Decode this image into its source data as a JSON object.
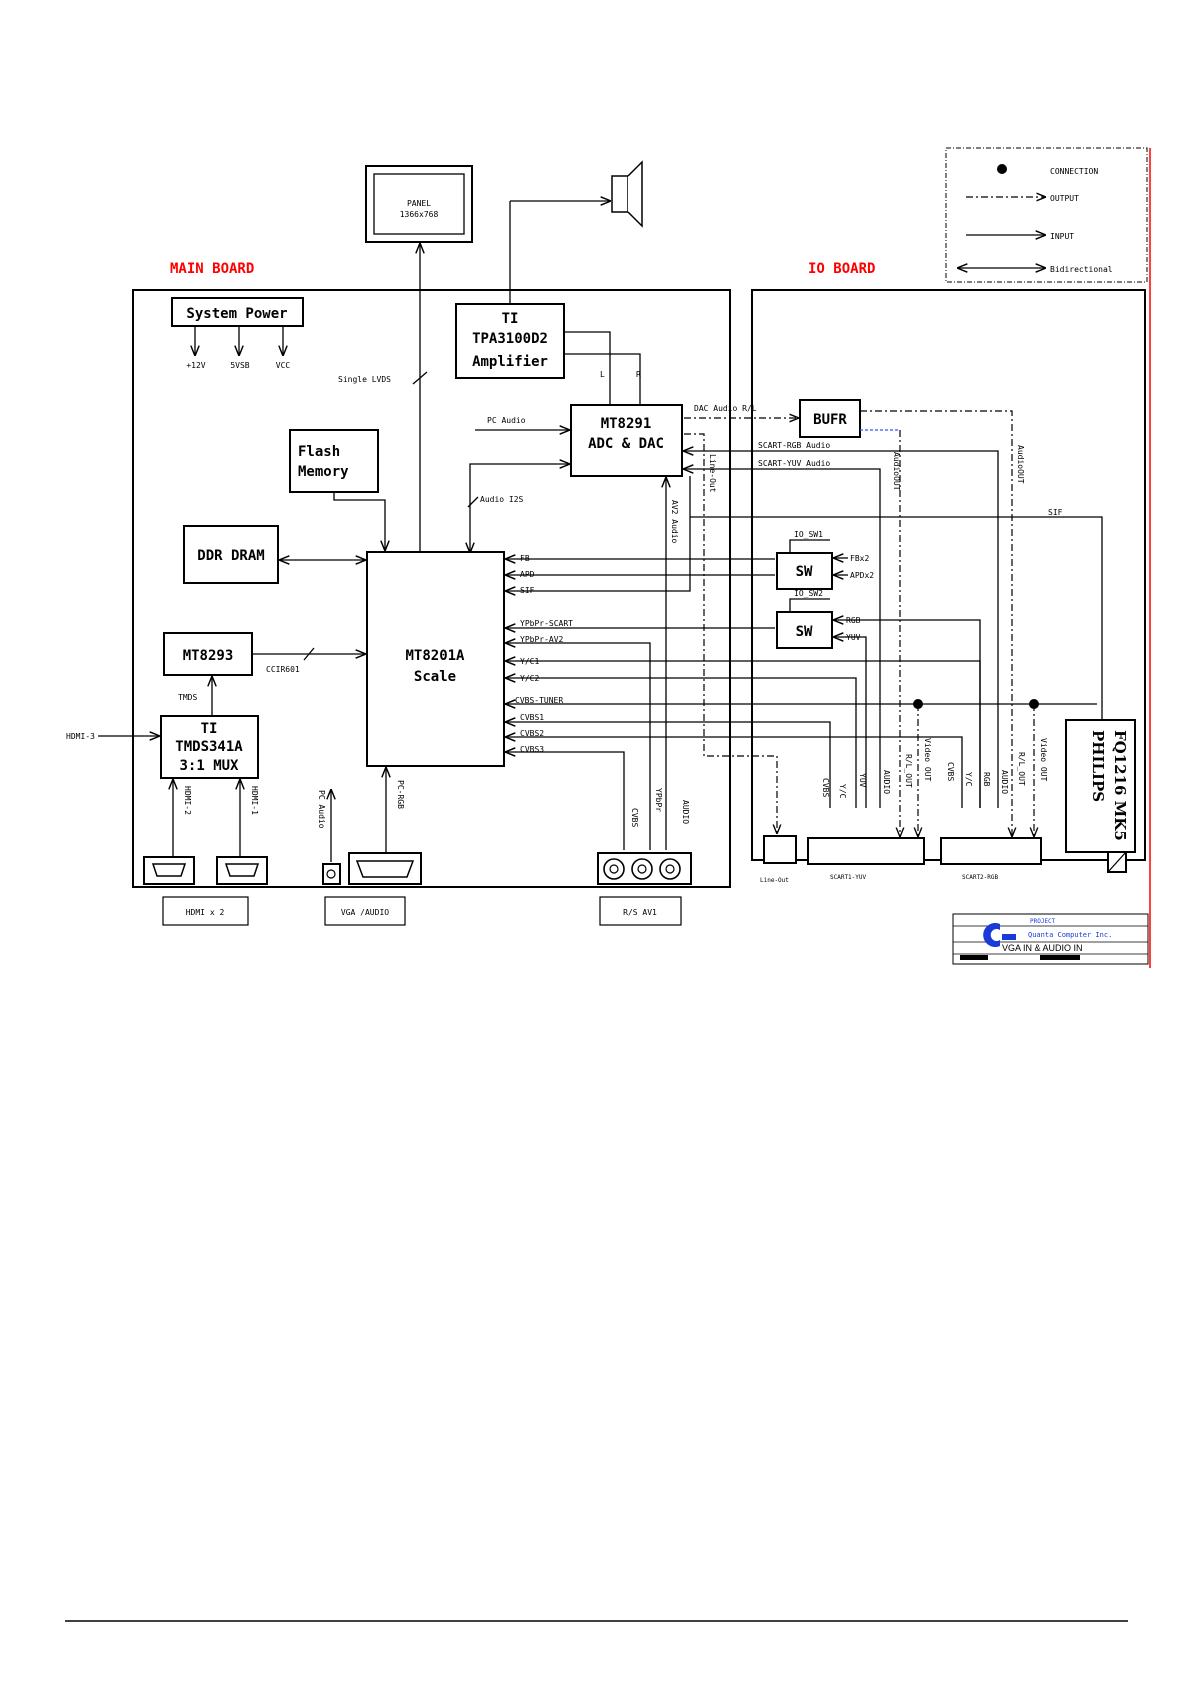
{
  "boards": {
    "main": "MAIN BOARD",
    "io": "IO BOARD"
  },
  "legend": {
    "connection": "CONNECTION",
    "output": "OUTPUT",
    "input": "INPUT",
    "bidirectional": "Bidirectional"
  },
  "panel": {
    "line1": "PANEL",
    "line2": "1366x768"
  },
  "power": {
    "title": "System Power",
    "rails": [
      "+12V",
      "5VSB",
      "VCC"
    ]
  },
  "amp": {
    "line1": "TI",
    "line2": "TPA3100D2",
    "line3": "Amplifier",
    "l": "L",
    "r": "R"
  },
  "adc": {
    "line1": "MT8291",
    "line2": "ADC & DAC"
  },
  "scaler": {
    "line1": "MT8201A",
    "line2": "Scale"
  },
  "flash": {
    "line1": "Flash",
    "line2": "Memory"
  },
  "ddr": "DDR DRAM",
  "mt8293": "MT8293",
  "mux": {
    "line1": "TI",
    "line2": "TMDS341A",
    "line3": "3:1 MUX"
  },
  "buffer": "BUFR",
  "sw": "SW",
  "tuner": {
    "line1": "PHILIPS",
    "line2": "FQ1216 MK5"
  },
  "signals": {
    "single_lvds": "Single LVDS",
    "pc_audio": "PC Audio",
    "audio_i2s": "Audio I2S",
    "ccir": "CCIR601",
    "tmds": "TMDS",
    "hdmi3": "HDMI-3",
    "hdmi2": "HDMI-2",
    "hdmi1": "HDMI-1",
    "pc_audio_v": "PC Audio",
    "pc_rgb": "PC-RGB",
    "dac_audio": "DAC Audio R/L",
    "scart_rgb_audio": "SCART-RGB Audio",
    "scart_yuv_audio": "SCART-YUV Audio",
    "av2_audio": "AV2 Audio",
    "line_out": "Line-Out",
    "audio_out1": "AudioOUT",
    "audio_out2": "AudioOUT",
    "sif": "SIF",
    "io_sw1": "IO_SW1",
    "io_sw2": "IO_SW2",
    "fbx2": "FBx2",
    "apdx2": "APDx2",
    "rgb": "RGB",
    "yuv": "YUV",
    "in_fb": "FB",
    "in_apd": "APD",
    "in_sif": "SIF",
    "in_ypbpr_scart": "YPbPr-SCART",
    "in_ypbpr_av2": "YPbPr-AV2",
    "in_yc1": "Y/C1",
    "in_yc2": "Y/C2",
    "in_cvbs_tuner": "CVBS-TUNER",
    "in_cvbs1": "CVBS1",
    "in_cvbs2": "CVBS2",
    "in_cvbs3": "CVBS3",
    "v_cvbs": "CVBS",
    "v_ypbpr": "YPbPr",
    "v_audio": "AUDIO",
    "s1_cvbs": "CVBS",
    "s1_yc": "Y/C",
    "s1_yuv": "YUV",
    "s1_audio": "AUDIO",
    "s1_rl": "R/L_OUT",
    "s1_video": "Video OUT",
    "s2_cvbs": "CVBS",
    "s2_yc": "Y/C",
    "s2_rgb": "RGB",
    "s2_audio": "AUDIO",
    "s2_rl": "R/L_OUT",
    "s2_video": "Video OUT"
  },
  "connectors": {
    "hdmi": "HDMI x 2",
    "vga": "VGA /AUDIO",
    "av": "R/S AV1",
    "lineout": "Line-Out",
    "scart1": "SCART1-YUV",
    "scart2": "SCART2-RGB"
  },
  "titleblock": {
    "company": "Quanta Computer Inc.",
    "project": "PROJECT",
    "title": "VGA IN & AUDIO IN"
  }
}
